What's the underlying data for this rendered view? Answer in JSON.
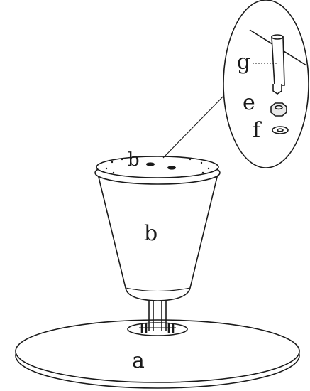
{
  "labels": {
    "base": "a",
    "body": "b",
    "top_plate": "b",
    "nut": "e",
    "washer": "f",
    "rod": "g"
  },
  "colors": {
    "stroke": "#1a1a1a",
    "background": "#ffffff"
  }
}
